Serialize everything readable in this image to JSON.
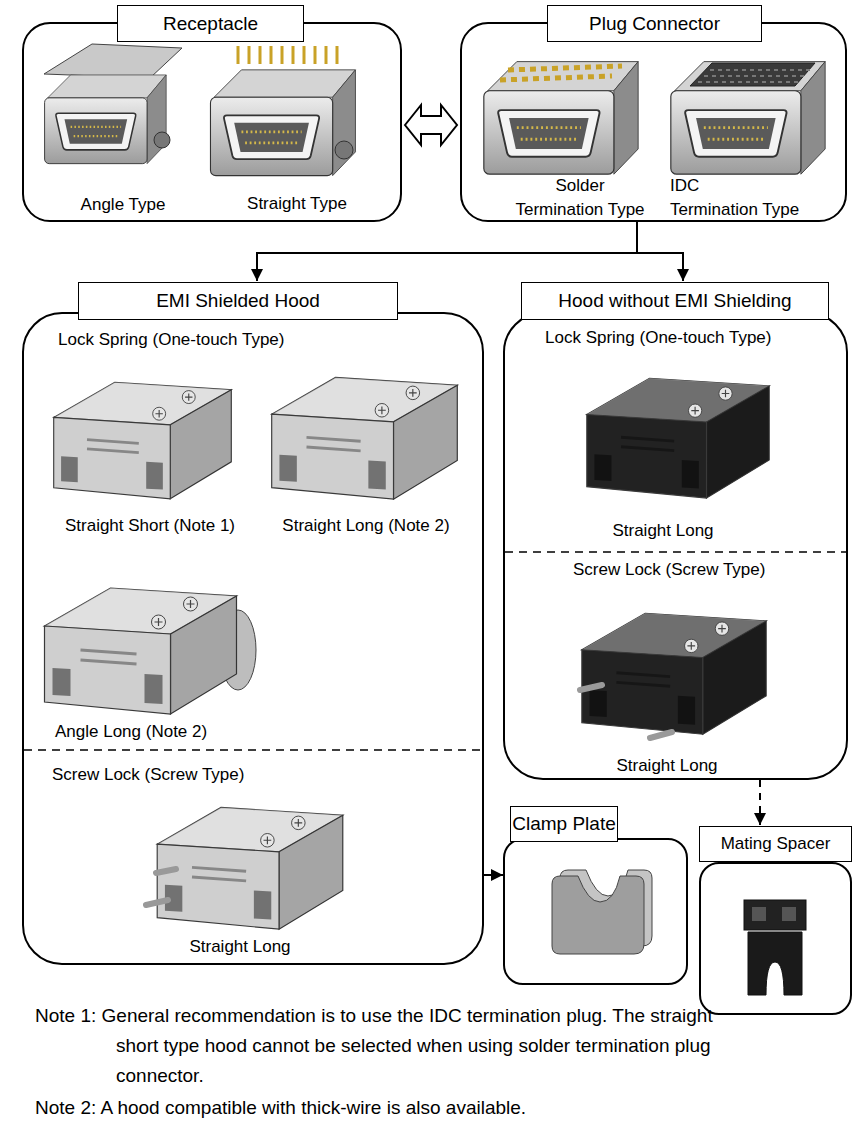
{
  "diagram": {
    "nodes": [
      {
        "text": [
          "Receptacle",
          "Angle Type",
          "Straight Type"
        ]
      },
      {
        "text": [
          "Plug Connector",
          "Solder Termination Type",
          "IDC Termination Type"
        ]
      },
      {
        "text": [
          "EMI Shielded Hood",
          "Lock Spring (One-touch Type)",
          "Straight Short (Note 1)",
          "Straight Long (Note 2)",
          "Angle Long (Note 2)",
          "Screw Lock (Screw Type)",
          "Straight Long"
        ]
      },
      {
        "text": [
          "Hood without EMI Shielding",
          "Lock Spring (One-touch Type)",
          "Straight Long",
          "Screw Lock (Screw Type)",
          "Straight Long"
        ]
      },
      {
        "text": [
          "Clamp Plate"
        ]
      },
      {
        "text": [
          "Mating Spacer"
        ]
      }
    ],
    "edges": [
      {
        "from": 0,
        "to": 1,
        "arrow": "both"
      },
      {
        "from": 1,
        "to": 2,
        "arrow": "to"
      },
      {
        "from": 1,
        "to": 3,
        "arrow": "to"
      },
      {
        "from": 2,
        "to": 4,
        "arrow": "to"
      },
      {
        "from": 3,
        "to": 5,
        "arrow": "to"
      }
    ],
    "labels": [
      "Note 1: General recommendation is to use the IDC termination plug. The straight short type hood cannot be selected when using solder termination plug connector.",
      "Note 2: A hood compatible with thick-wire is also available."
    ]
  }
}
